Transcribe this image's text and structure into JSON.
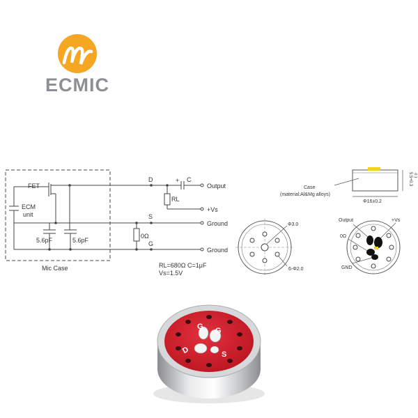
{
  "logo": {
    "wordmark": "ECMIC",
    "accent_color": "#F5A623",
    "text_color": "#8C8F93"
  },
  "circuit": {
    "fet_label": "FET",
    "ecm_label": "ECM",
    "unit_label": "unit",
    "mic_case_label": "Mic Case",
    "cap1_label": "5.6pF",
    "cap2_label": "5.6pF",
    "node_d": "D",
    "node_s": "S",
    "node_g": "G",
    "plus_sign": "+",
    "cap_c_label": "C",
    "rl_label": "RL",
    "zero_ohm_label": "0Ω",
    "output_label": "Output",
    "vs_label": "+Vs",
    "ground_label_1": "Ground",
    "ground_label_2": "Ground",
    "spec_line_1": "RL=680Ω    C=1μF",
    "spec_line_2": "Vs=1.5V"
  },
  "side_view": {
    "case_label": "Case",
    "material_label": "(material:Al&Mg alloys)",
    "diameter_label": "Φ16±0.2",
    "height_label": "5.5+0.3",
    "height_tol": "-0.1"
  },
  "front_view": {
    "center_hole_label": "Φ3.0",
    "holes_label": "6-Φ2.0"
  },
  "back_view": {
    "output_label": "Output",
    "vs_label": "+Vs",
    "zero_ohm_label": "0Ω",
    "gnd_label": "GND"
  },
  "photo": {
    "case_color": "#C9CBCD",
    "face_color": "#D21F2E",
    "pad_g1": "G",
    "pad_g2": "G",
    "pad_d": "D",
    "pad_s": "S"
  }
}
